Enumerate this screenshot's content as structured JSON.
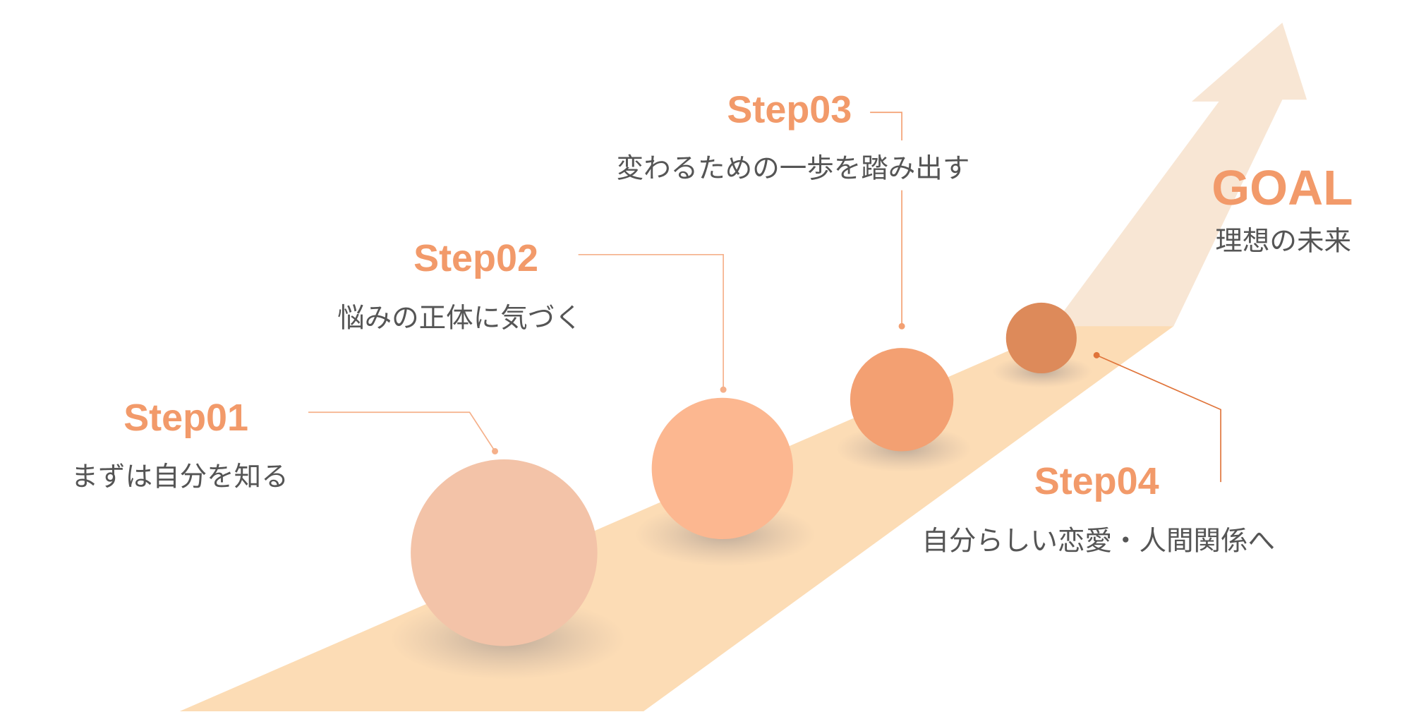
{
  "steps": [
    {
      "label": "Step01",
      "text": "まずは自分を知る"
    },
    {
      "label": "Step02",
      "text": "悩みの正体に気づく"
    },
    {
      "label": "Step03",
      "text": "変わるための一歩を踏み出す"
    },
    {
      "label": "Step04",
      "text": "自分らしい恋愛・人間関係へ"
    }
  ],
  "goal": {
    "label": "GOAL",
    "text": "理想の未来"
  },
  "colors": {
    "road": "#fcdcb5",
    "arrow": "#f8e6d4",
    "step_label": "#f29a6a",
    "ball1": "#f3c3a8",
    "ball2": "#fcb790",
    "ball3": "#f3a072",
    "ball4": "#dd8a5a",
    "leader": "#f5a77e",
    "leader4": "#e0743a"
  }
}
